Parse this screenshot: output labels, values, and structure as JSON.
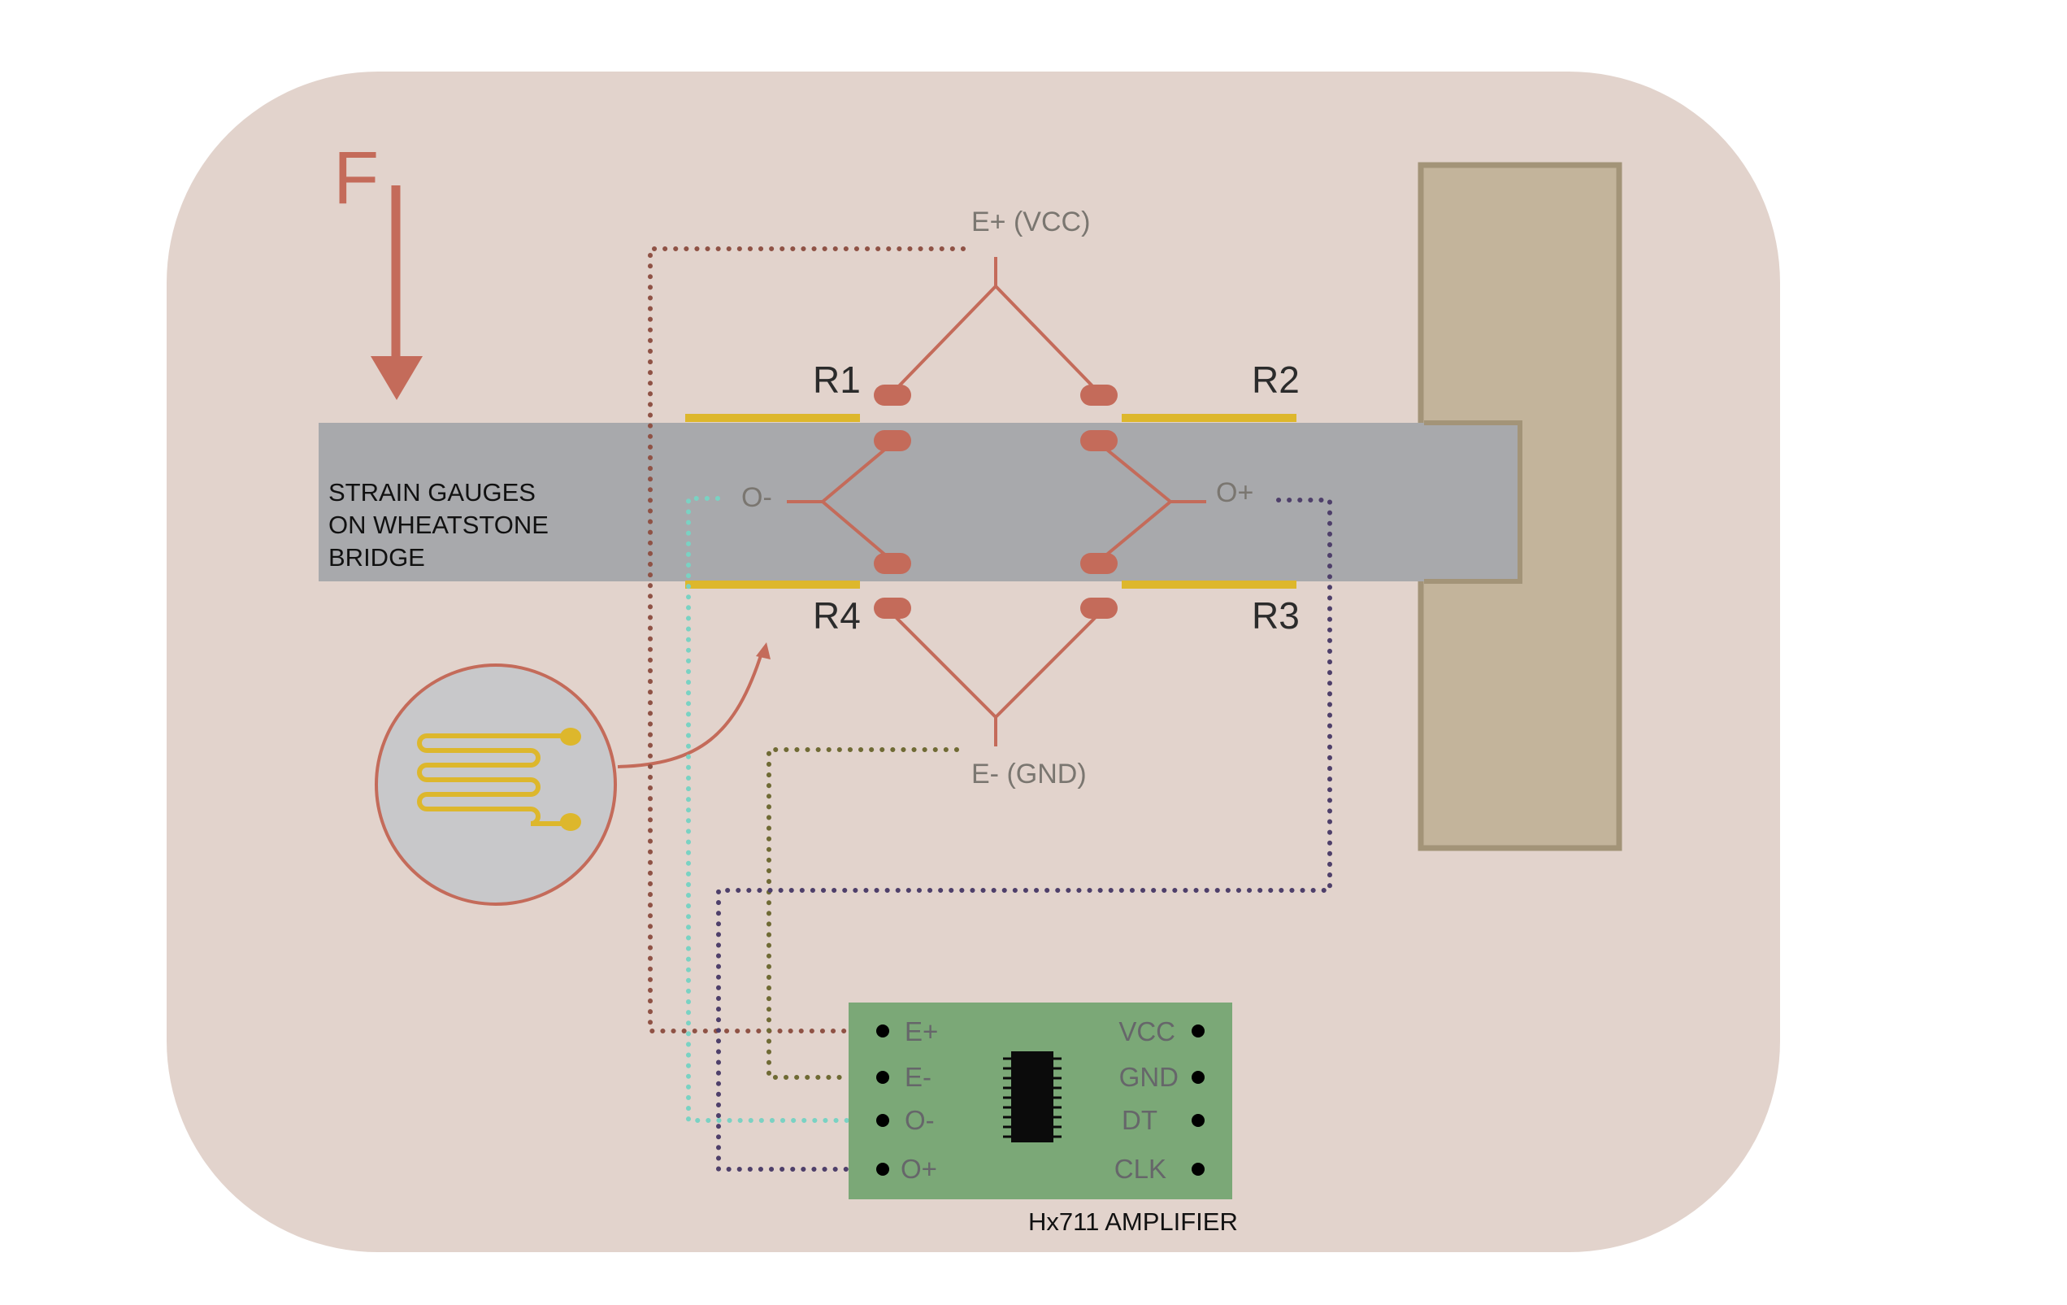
{
  "force": {
    "label": "F"
  },
  "beam": {
    "caption": [
      "STRAIN GAUGES",
      "ON WHEATSTONE",
      "BRIDGE"
    ]
  },
  "resistors": {
    "r1": "R1",
    "r2": "R2",
    "r3": "R3",
    "r4": "R4"
  },
  "nodes": {
    "e_plus": "E+ (VCC)",
    "e_minus": "E- (GND)",
    "o_minus": "O-",
    "o_plus": "O+"
  },
  "amplifier": {
    "caption": "Hx711 AMPLIFIER",
    "left_pins": [
      "E+",
      "E-",
      "O-",
      "O+"
    ],
    "right_pins": [
      "VCC",
      "GND",
      "DT",
      "CLK"
    ]
  },
  "colors": {
    "background_panel": "#e2d3cc",
    "beam": "#a8a9ac",
    "support": "#c3b49b",
    "gauge": "#ddb72c",
    "accent": "#c46b5a",
    "board": "#7ba877",
    "wire_e_plus": "#8f5245",
    "wire_e_minus": "#6f6a34",
    "wire_o_minus": "#7ad2c3",
    "wire_o_plus": "#4e3f6a"
  }
}
